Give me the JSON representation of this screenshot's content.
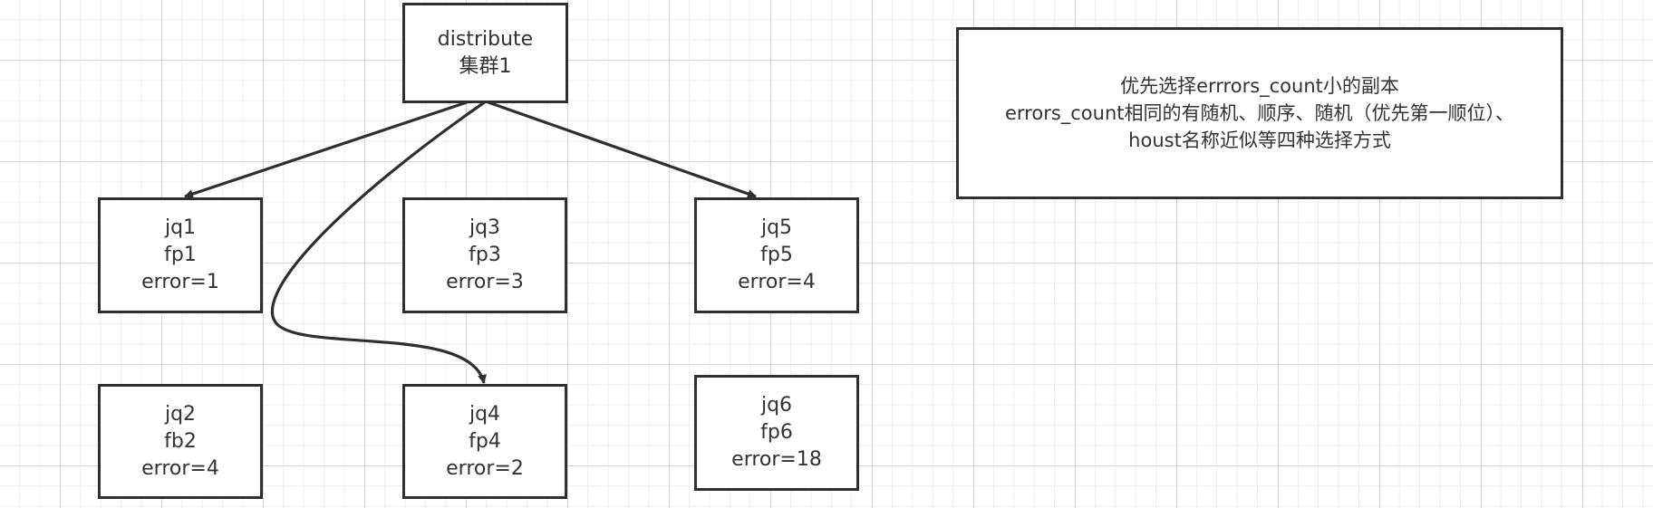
{
  "nodes": {
    "distribute": {
      "lines": [
        "distribute",
        "集群1"
      ]
    },
    "jq1": {
      "lines": [
        "jq1",
        "fp1",
        "error=1"
      ]
    },
    "jq2": {
      "lines": [
        "jq2",
        "fb2",
        "error=4"
      ]
    },
    "jq3": {
      "lines": [
        "jq3",
        "fp3",
        "error=3"
      ]
    },
    "jq4": {
      "lines": [
        "jq4",
        "fp4",
        "error=2"
      ]
    },
    "jq5": {
      "lines": [
        "jq5",
        "fp5",
        "error=4"
      ]
    },
    "jq6": {
      "lines": [
        "jq6",
        "fp6",
        "error=18"
      ]
    }
  },
  "note": {
    "lines": [
      "优先选择errrors_count小的副本",
      "errors_count相同的有随机、顺序、随机（优先第一顺位）、",
      "houst名称近似等四种选择方式"
    ]
  },
  "edges": [
    {
      "from": "distribute",
      "to": "jq1"
    },
    {
      "from": "distribute",
      "to": "jq4"
    },
    {
      "from": "distribute",
      "to": "jq5"
    }
  ],
  "colors": {
    "stroke": "#2f2f2f",
    "text": "#333333",
    "fill": "#ffffff"
  }
}
